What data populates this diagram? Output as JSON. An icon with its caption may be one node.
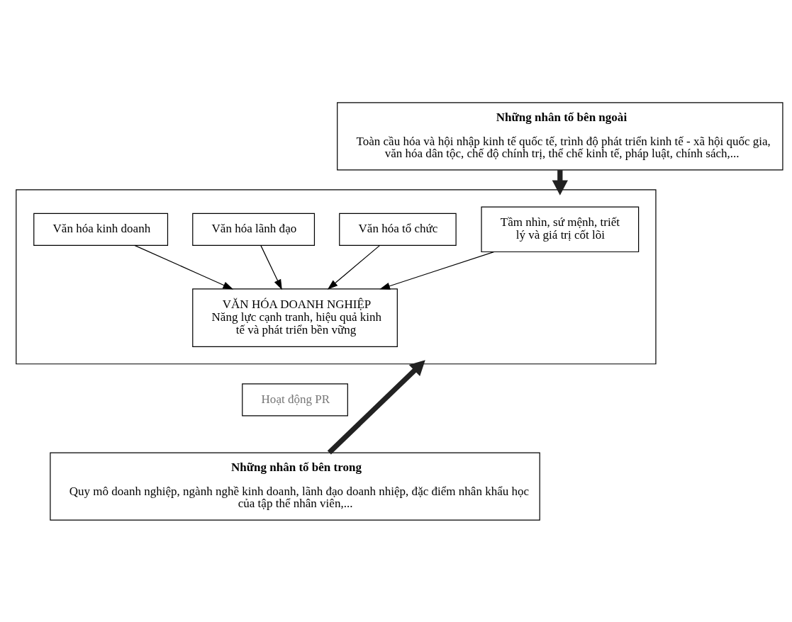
{
  "diagram": {
    "nodes": [
      {
        "text": [
          "Những nhân tố bên ngoài",
          "Toàn cầu hóa và hội nhập kinh tế quốc tế, trình độ phát triển kinh tế - xã hội quốc gia, văn hóa dân tộc, chế độ chính trị, thể chế kinh tế, pháp luật, chính sách,..."
        ]
      },
      {
        "text": [],
        "shape": "box"
      },
      {
        "text": [
          "Tầm nhìn, sứ mệnh, triết lý và giá trị cốt lõi"
        ],
        "in": 1
      },
      {
        "text": [
          "Văn hóa tổ chức"
        ],
        "in": 1
      },
      {
        "text": [
          "Văn hóa lãnh đạo"
        ],
        "in": 1
      },
      {
        "text": [
          "Văn hóa kinh doanh"
        ],
        "in": 1
      },
      {
        "text": [
          "VĂN HÓA DOANH NGHIỆP",
          "Năng lực cạnh tranh, hiệu quả kinh tế và phát triển bền vững"
        ],
        "in": 1
      },
      {
        "text": [
          "Hoạt động PR"
        ]
      },
      {
        "text": [
          "Những nhân tố bên trong",
          "Quy mô doanh nghiệp, ngành nghề kinh doanh, lãnh đạo doanh nhiệp, đặc điểm nhân khẩu học của tập thể nhân viên,..."
        ]
      }
    ],
    "edges": [
      {
        "from": 0,
        "to": 1,
        "arrow": "to",
        "style": "thick"
      },
      {
        "from": 2,
        "to": 6,
        "arrow": "to"
      },
      {
        "from": 3,
        "to": 6,
        "arrow": "to"
      },
      {
        "from": 4,
        "to": 6,
        "arrow": "to"
      },
      {
        "from": 5,
        "to": 6,
        "arrow": "to"
      },
      {
        "from": 8,
        "to": 1,
        "arrow": "to",
        "style": "thick"
      }
    ]
  }
}
